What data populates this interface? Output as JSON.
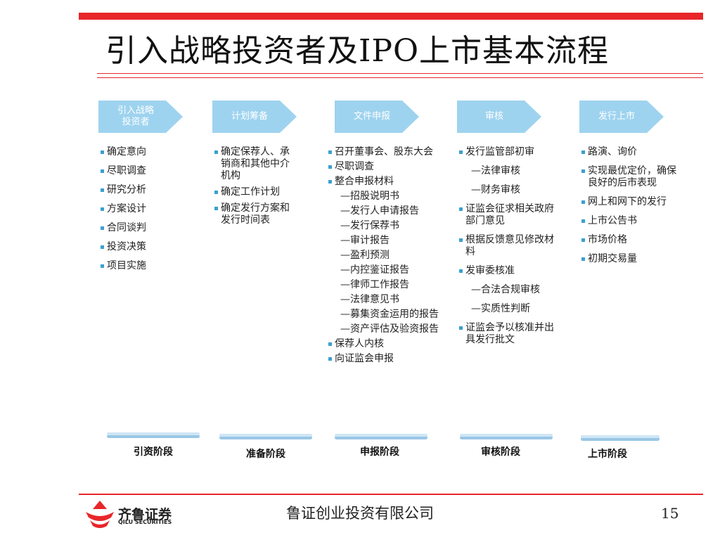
{
  "title": "引入战略投资者及IPO上市基本流程",
  "accent_color": "#e8262a",
  "arrow_color": "#9ed3ef",
  "steps": [
    {
      "label": "引入战略\n投资者"
    },
    {
      "label": "计划筹备"
    },
    {
      "label": "文件申报"
    },
    {
      "label": "审核"
    },
    {
      "label": "发行上市"
    }
  ],
  "columns": [
    {
      "items": [
        {
          "text": "确定意向",
          "bullet": true
        },
        {
          "text": "尽职调查",
          "bullet": true
        },
        {
          "text": "研究分析",
          "bullet": true
        },
        {
          "text": "方案设计",
          "bullet": true
        },
        {
          "text": "合同谈判",
          "bullet": true
        },
        {
          "text": "投资决策",
          "bullet": true
        },
        {
          "text": "项目实施",
          "bullet": true
        }
      ]
    },
    {
      "items": [
        {
          "text": "确定保荐人、承销商和其他中介机构",
          "bullet": true
        },
        {
          "text": "确定工作计划",
          "bullet": true
        },
        {
          "text": "确定发行方案和发行时间表",
          "bullet": true
        }
      ]
    },
    {
      "items": [
        {
          "text": "召开董事会、股东大会",
          "bullet": true
        },
        {
          "text": "尽职调查",
          "bullet": true
        },
        {
          "text": "整合申报材料",
          "bullet": true
        },
        {
          "text": "—招股说明书",
          "bullet": false
        },
        {
          "text": "—发行人申请报告",
          "bullet": false
        },
        {
          "text": "—发行保荐书",
          "bullet": false
        },
        {
          "text": "—审计报告",
          "bullet": false
        },
        {
          "text": "—盈利预测",
          "bullet": false
        },
        {
          "text": "—内控鉴证报告",
          "bullet": false
        },
        {
          "text": "—律师工作报告",
          "bullet": false
        },
        {
          "text": "—法律意见书",
          "bullet": false
        },
        {
          "text": "—募集资金运用的报告",
          "bullet": false
        },
        {
          "text": "—资产评估及验资报告",
          "bullet": false
        },
        {
          "text": "保荐人内核",
          "bullet": true
        },
        {
          "text": "向证监会申报",
          "bullet": true
        }
      ]
    },
    {
      "items": [
        {
          "text": "发行监管部初审",
          "bullet": true
        },
        {
          "text": "—法律审核",
          "bullet": false
        },
        {
          "text": "—财务审核",
          "bullet": false
        },
        {
          "text": "证监会征求相关政府部门意见",
          "bullet": true
        },
        {
          "text": "根据反馈意见修改材料",
          "bullet": true
        },
        {
          "text": "发审委核准",
          "bullet": true
        },
        {
          "text": "—合法合规审核",
          "bullet": false
        },
        {
          "text": "—实质性判断",
          "bullet": false
        },
        {
          "text": "证监会予以核准并出具发行批文",
          "bullet": true
        }
      ]
    },
    {
      "items": [
        {
          "text": "路演、询价",
          "bullet": true
        },
        {
          "text": "实现最优定价，确保良好的后市表现",
          "bullet": true
        },
        {
          "text": "网上和网下的发行",
          "bullet": true
        },
        {
          "text": "上市公告书",
          "bullet": true
        },
        {
          "text": "市场价格",
          "bullet": true
        },
        {
          "text": "初期交易量",
          "bullet": true
        }
      ]
    }
  ],
  "stages": [
    "引资阶段",
    "准备阶段",
    "申报阶段",
    "审核阶段",
    "上市阶段"
  ],
  "footer": {
    "logo_cn": "齐鲁证券",
    "logo_en": "QILU SECURITIES",
    "company": "鲁证创业投资有限公司",
    "page_number": "15"
  }
}
